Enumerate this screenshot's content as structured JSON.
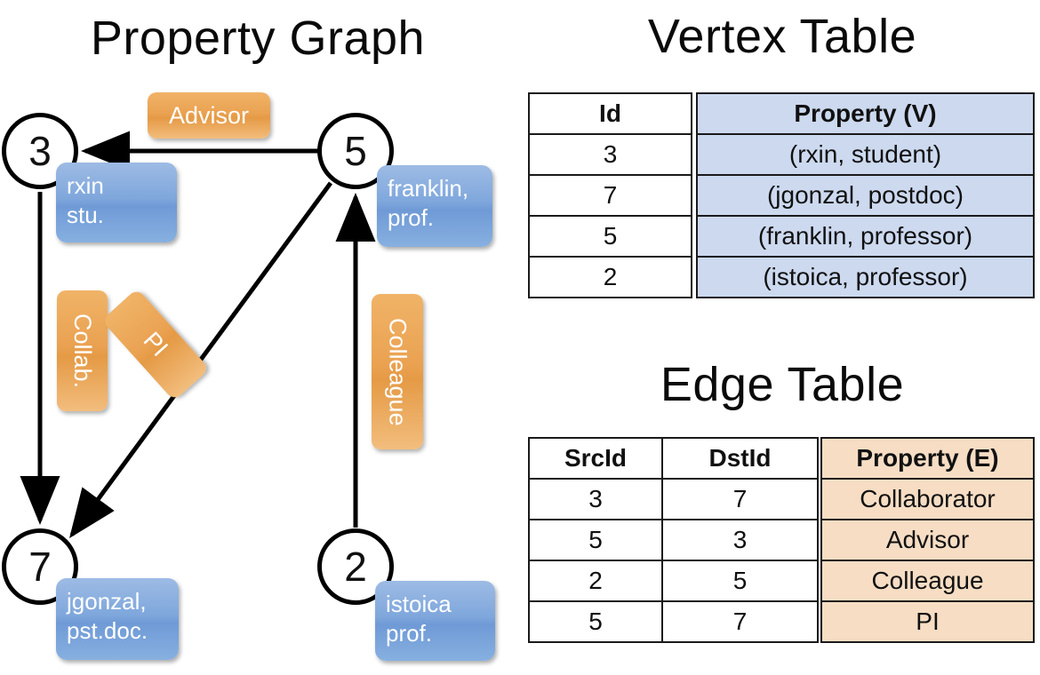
{
  "titles": {
    "graph": "Property Graph",
    "vertex_table": "Vertex Table",
    "edge_table": "Edge Table"
  },
  "colors": {
    "vertex_header_fill": "#ccd9ef",
    "edge_header_fill": "#f6ddc4",
    "node_box_blue": "#7fa7dc",
    "edge_label_orange": "#eaa252",
    "border": "#1a1a1a",
    "background": "#ffffff"
  },
  "graph": {
    "nodes": [
      {
        "id": "3",
        "property_line1": "rxin",
        "property_line2": "stu."
      },
      {
        "id": "5",
        "property_line1": "franklin,",
        "property_line2": "prof."
      },
      {
        "id": "7",
        "property_line1": "jgonzal,",
        "property_line2": "pst.doc."
      },
      {
        "id": "2",
        "property_line1": "istoica",
        "property_line2": "prof."
      }
    ],
    "edge_labels": [
      {
        "label": "Advisor",
        "orientation": "horizontal"
      },
      {
        "label": "Collab.",
        "orientation": "vertical"
      },
      {
        "label": "PI",
        "orientation": "rotated"
      },
      {
        "label": "Colleague",
        "orientation": "vertical"
      }
    ]
  },
  "vertex_table": {
    "headers": [
      "Id",
      "Property (V)"
    ],
    "rows": [
      {
        "id": "3",
        "property": "(rxin, student)"
      },
      {
        "id": "7",
        "property": "(jgonzal, postdoc)"
      },
      {
        "id": "5",
        "property": "(franklin, professor)"
      },
      {
        "id": "2",
        "property": "(istoica, professor)"
      }
    ]
  },
  "edge_table": {
    "headers": [
      "SrcId",
      "DstId",
      "Property (E)"
    ],
    "rows": [
      {
        "src": "3",
        "dst": "7",
        "property": "Collaborator"
      },
      {
        "src": "5",
        "dst": "3",
        "property": "Advisor"
      },
      {
        "src": "2",
        "dst": "5",
        "property": "Colleague"
      },
      {
        "src": "5",
        "dst": "7",
        "property": "PI"
      }
    ]
  }
}
